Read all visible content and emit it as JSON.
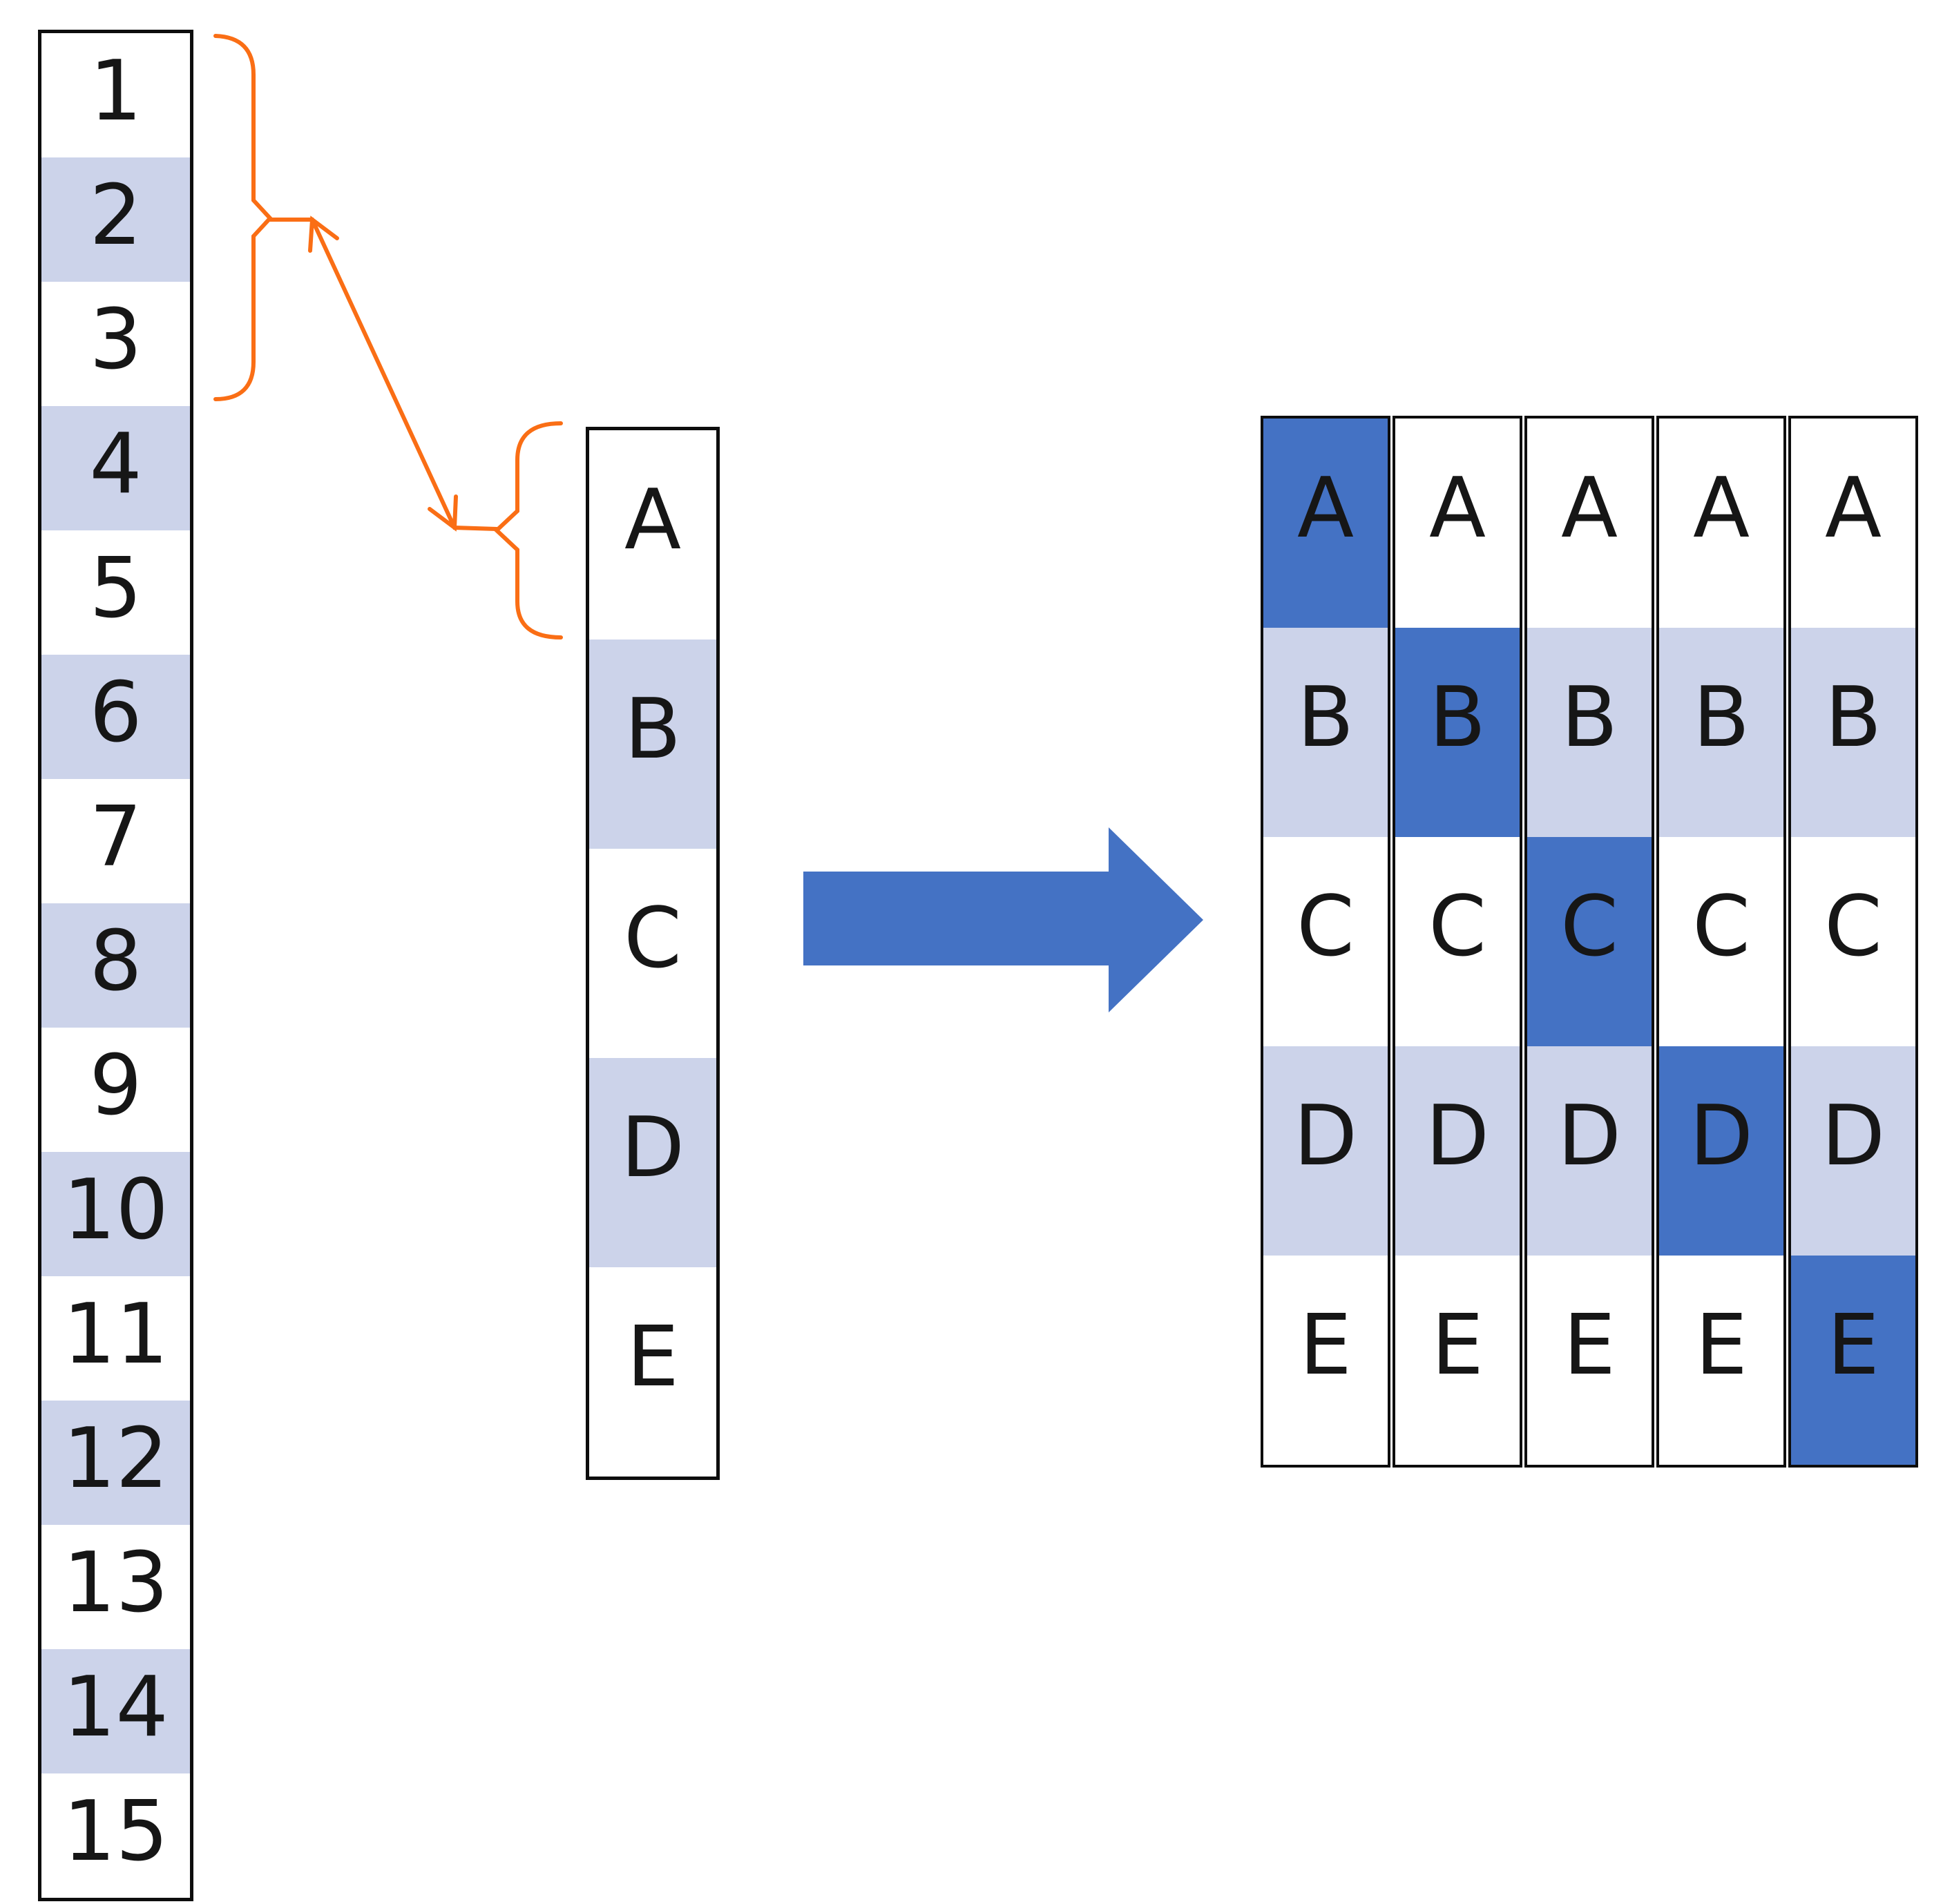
{
  "colors": {
    "lavender": "#ccd3ea",
    "highlight_blue": "#4472c4",
    "arrow_blue": "#4472c4",
    "brace_orange": "#fa6e15",
    "border_black": "#0d0d0d",
    "text_black": "#161616"
  },
  "left_column": {
    "cells": [
      "1",
      "2",
      "3",
      "4",
      "5",
      "6",
      "7",
      "8",
      "9",
      "10",
      "11",
      "12",
      "13",
      "14",
      "15"
    ],
    "shaded_rows": [
      2,
      4,
      6,
      8,
      10,
      12,
      14
    ],
    "brace_grouped_rows": [
      1,
      2,
      3
    ]
  },
  "source_column": {
    "cells": [
      "A",
      "B",
      "C",
      "D",
      "E"
    ],
    "shaded_rows": [
      "B",
      "D"
    ],
    "brace_grouped_rows": [
      "A"
    ]
  },
  "grid": {
    "columns": [
      {
        "cells": [
          "A",
          "B",
          "C",
          "D",
          "E"
        ],
        "highlight_row": 0
      },
      {
        "cells": [
          "A",
          "B",
          "C",
          "D",
          "E"
        ],
        "highlight_row": 1
      },
      {
        "cells": [
          "A",
          "B",
          "C",
          "D",
          "E"
        ],
        "highlight_row": 2
      },
      {
        "cells": [
          "A",
          "B",
          "C",
          "D",
          "E"
        ],
        "highlight_row": 3
      },
      {
        "cells": [
          "A",
          "B",
          "C",
          "D",
          "E"
        ],
        "highlight_row": 4
      }
    ],
    "shaded_rows": [
      "B",
      "D"
    ]
  }
}
